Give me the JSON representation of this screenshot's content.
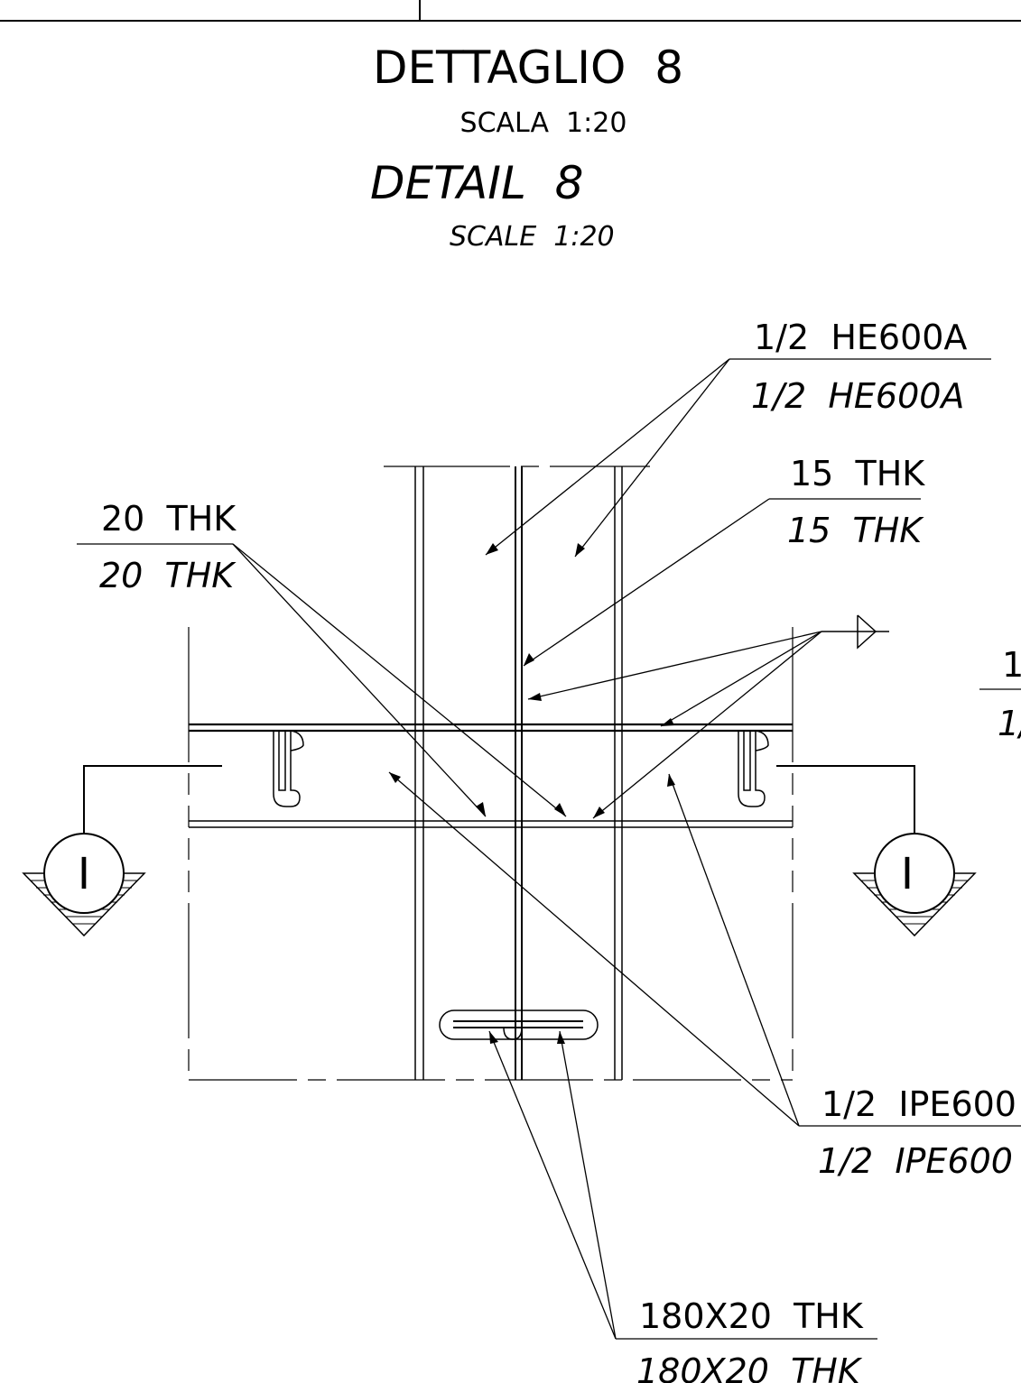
{
  "title": {
    "it": "DETTAGLIO  8",
    "it_scale": "SCALA  1:20",
    "en": "DETAIL  8",
    "en_scale": "SCALE  1:20"
  },
  "labels": {
    "he600a_top": "1/2  HE600A",
    "he600a_bottom": "1/2  HE600A",
    "thk15_top": "15  THK",
    "thk15_bottom": "15  THK",
    "thk20_top": "20  THK",
    "thk20_bottom": "20  THK",
    "ipe_top": "1/2  IPE600",
    "ipe_bottom": "1/2  IPE600",
    "plate_top": "180X20  THK",
    "plate_bottom": "180X20  THK",
    "cut_right_top": "1",
    "cut_right_bottom": "1/"
  },
  "section_marks": {
    "left": "I",
    "right": "I"
  }
}
